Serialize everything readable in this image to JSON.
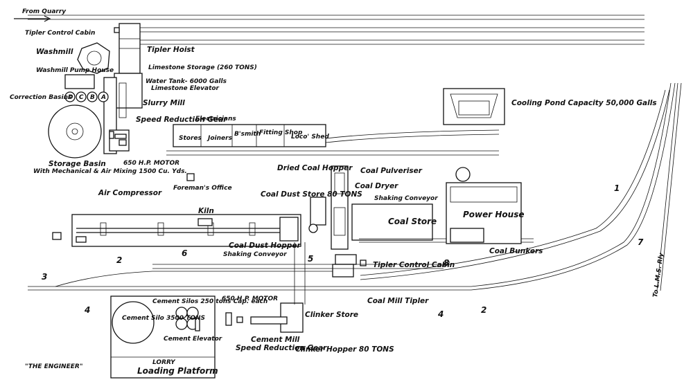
{
  "labels": {
    "from_quarry": "From Quarry",
    "tipler_control_cabin_top": "Tipler Control Cabin",
    "tipler_hoist": "Tipler Hoist",
    "washmill": "Washmill",
    "washmill_pump_house": "Washmill Pump House",
    "limestone_storage": "Limestone Storage (260 TONS)",
    "water_tank": "Water Tank- 6000 Galls",
    "limestone_elevator": "Limestone Elevator",
    "correction_basins": "Correction Basins",
    "basin_d": "D",
    "basin_c": "C",
    "basin_b": "B",
    "basin_a": "A",
    "slurry_mill": "Slurry Mill",
    "speed_reduction_gear_top": "Speed Reduction Gear",
    "storage_basin": "Storage Basin",
    "storage_basin_note": "With Mechanical & Air Mixing 1500 Cu. Yds.",
    "motor_650_top": "650 H.P. MOTOR",
    "air_compressor": "Air Compressor",
    "foremans_office": "Foreman's Office",
    "electricians": "Electricians",
    "stores": "Stores",
    "joiners": "Joiners",
    "bsmith": "B'smith",
    "fitting_shop": "Fitting Shop",
    "locos_shed": "Loco' Shed",
    "cooling_pond": "Cooling Pond Capacity 50,000 Galls",
    "dried_coal_hopper": "Dried Coal Hopper",
    "coal_pulveriser": "Coal Pulveriser",
    "coal_dryer": "Coal Dryer",
    "coal_dust_store": "Coal Dust Store 80 TONS",
    "shaking_conveyor_top": "Shaking Conveyor",
    "coal_store": "Coal Store",
    "power_house": "Power House",
    "coal_bunkers": "Coal Bunkers",
    "kiln": "Kiln",
    "coal_dust_hopper": "Coal Dust Hopper",
    "shaking_conveyor_bottom": "Shaking Conveyor",
    "tipler_control_cabin_bottom": "Tipler Control Cabin",
    "coal_mill_tipler": "Coal Mill Tipler",
    "to_lms_rly": "To L.M.S. Rly",
    "cement_silos": "Cement Silos 250 tons Cap. each",
    "cement_silo_big": "Cement Silo 3500 TONS",
    "cement_elevator": "Cement Elevator",
    "motor_650_bottom": "650 H.P. MOTOR",
    "clinker_store": "Clinker Store",
    "cement_mill": "Cement Mill",
    "speed_reduction_gear_bottom": "Speed Reduction Gear",
    "clinker_hopper": "Clinker Hopper 80 TONS",
    "lorry": "LORRY",
    "loading_platform": "Loading Platform",
    "credit": "\"THE ENGINEER\""
  },
  "track_numbers": {
    "n1": "1",
    "n2a": "2",
    "n2b": "2",
    "n3": "3",
    "n4a": "4",
    "n4b": "4",
    "n5": "5",
    "n6": "6",
    "n7": "7",
    "n8": "8"
  }
}
